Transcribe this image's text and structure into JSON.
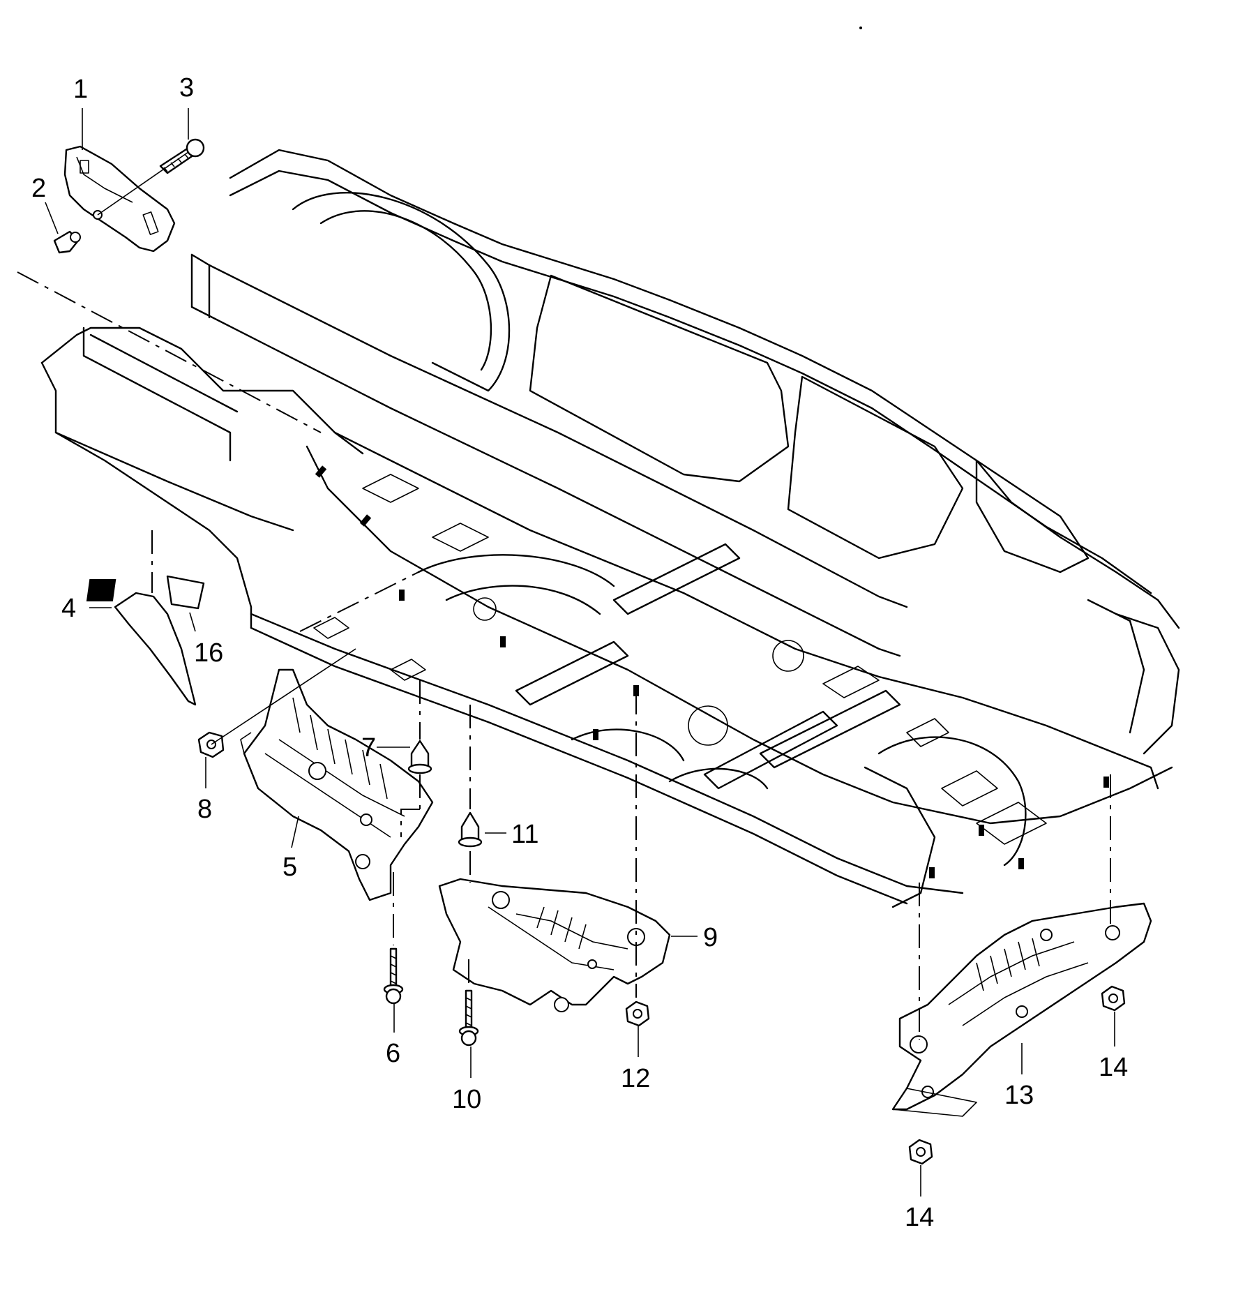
{
  "diagram": {
    "callouts": [
      {
        "id": "1",
        "label": "1"
      },
      {
        "id": "2",
        "label": "2"
      },
      {
        "id": "3",
        "label": "3"
      },
      {
        "id": "4",
        "label": "4"
      },
      {
        "id": "16",
        "label": "16"
      },
      {
        "id": "5",
        "label": "5"
      },
      {
        "id": "6",
        "label": "6"
      },
      {
        "id": "7",
        "label": "7"
      },
      {
        "id": "8",
        "label": "8"
      },
      {
        "id": "9",
        "label": "9"
      },
      {
        "id": "10",
        "label": "10"
      },
      {
        "id": "11",
        "label": "11"
      },
      {
        "id": "12",
        "label": "12"
      },
      {
        "id": "13",
        "label": "13"
      },
      {
        "id": "14a",
        "label": "14"
      },
      {
        "id": "14b",
        "label": "14"
      }
    ]
  }
}
